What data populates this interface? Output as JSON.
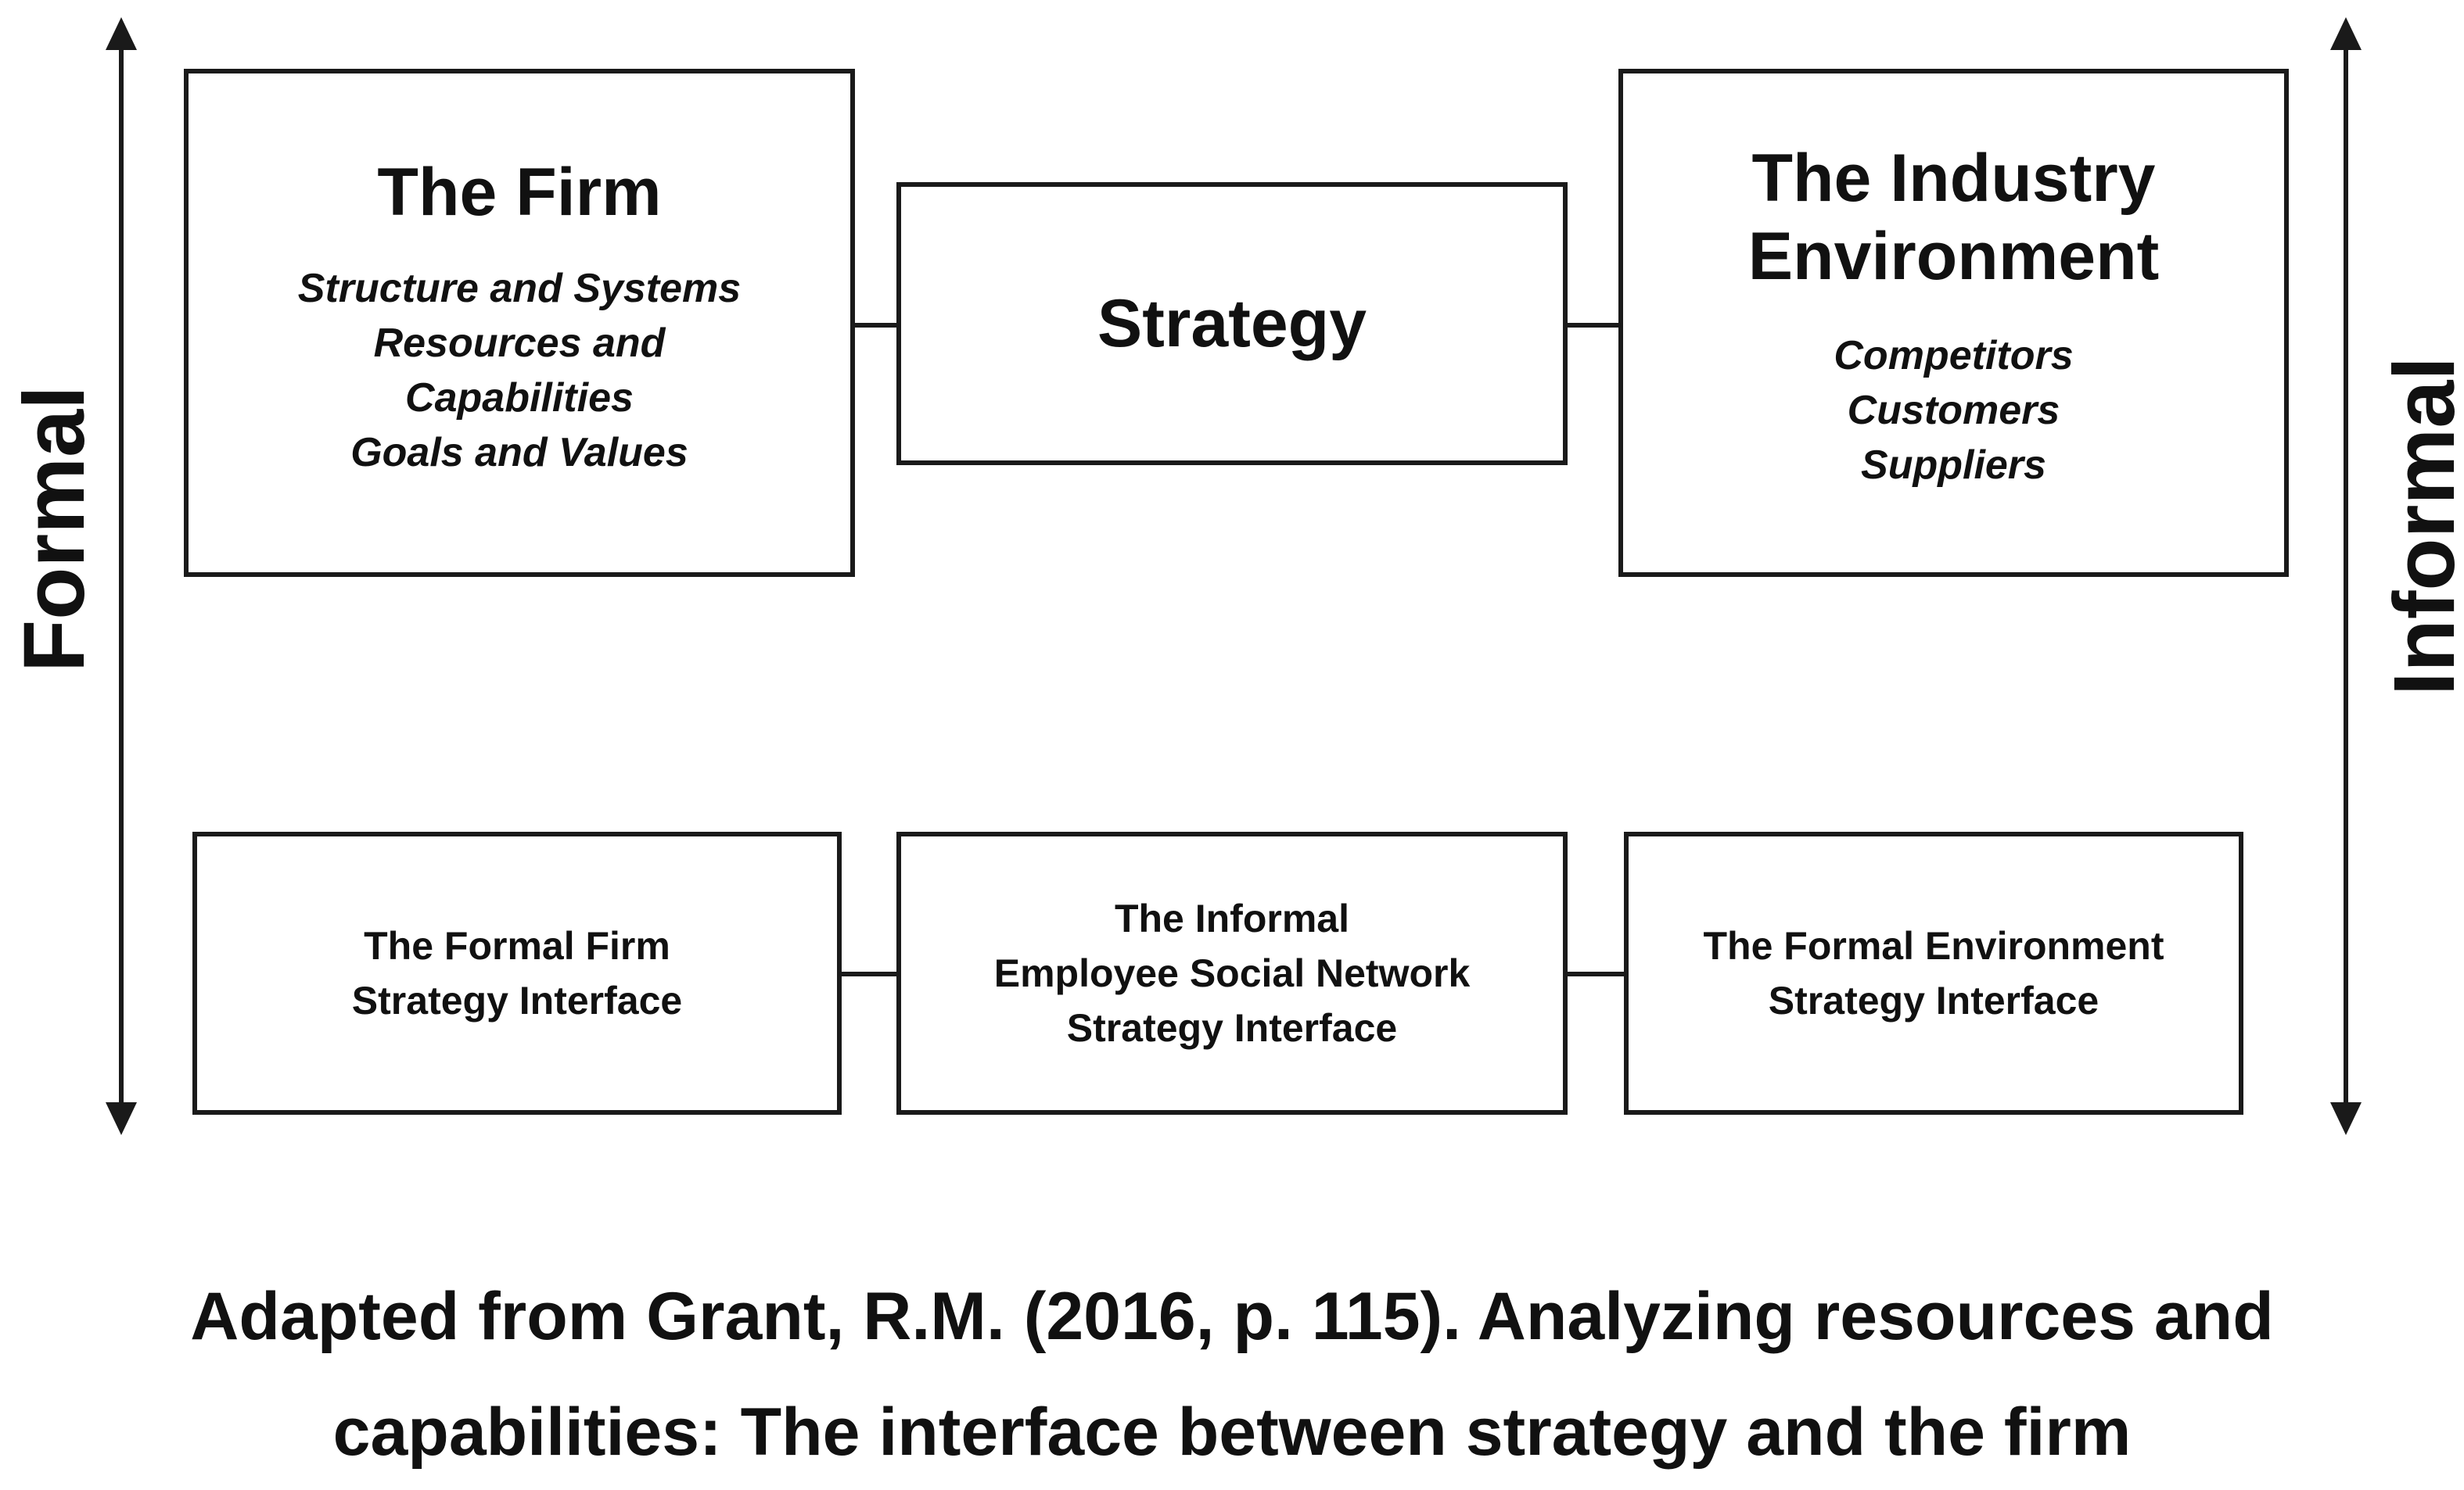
{
  "axis": {
    "left_label": "Formal",
    "right_label": "Informal"
  },
  "top_row": {
    "firm": {
      "title": "The Firm",
      "items": [
        "Structure and Systems",
        "Resources and",
        "Capabilities",
        "Goals and Values"
      ]
    },
    "strategy": {
      "title": "Strategy"
    },
    "industry": {
      "title_line1": "The Industry",
      "title_line2": "Environment",
      "items": [
        "Competitors",
        "Customers",
        "Suppliers"
      ]
    }
  },
  "bottom_row": {
    "formal_firm": {
      "lines": [
        "The Formal Firm",
        "Strategy Interface"
      ]
    },
    "informal_network": {
      "lines": [
        "The Informal",
        "Employee Social Network",
        "Strategy Interface"
      ]
    },
    "formal_environment": {
      "lines": [
        "The Formal Environment",
        "Strategy Interface"
      ]
    }
  },
  "caption": {
    "line1": "Adapted from Grant, R.M. (2016, p. 115). Analyzing resources and",
    "line2": "capabilities: The interface between strategy and the firm"
  }
}
